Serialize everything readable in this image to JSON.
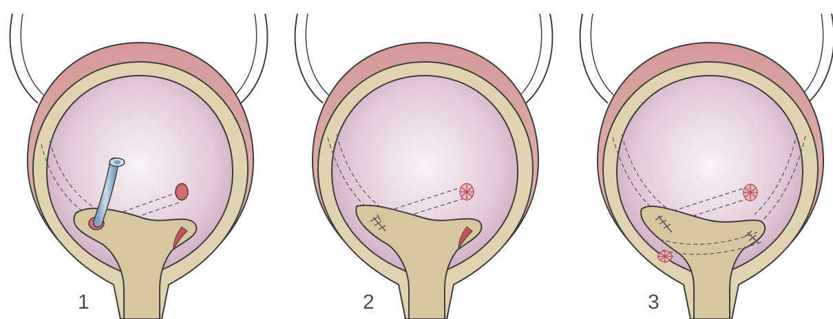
{
  "panels": [
    {
      "label": "1"
    },
    {
      "label": "2"
    },
    {
      "label": "3"
    }
  ],
  "colors": {
    "outer_wall": "#cf8f8f",
    "outer_wall_light": "#e6b8b2",
    "wall": "#dfd3b0",
    "wall_dark": "#c9b98c",
    "lumen_center": "#f6f0f4",
    "lumen_edge": "#c8a6bd",
    "trigone": "#d7c7a0",
    "orifice": "#d96a72",
    "catheter": "#a9c4dc",
    "suture": "#5a5a5a",
    "outline": "#3d3d3d"
  }
}
